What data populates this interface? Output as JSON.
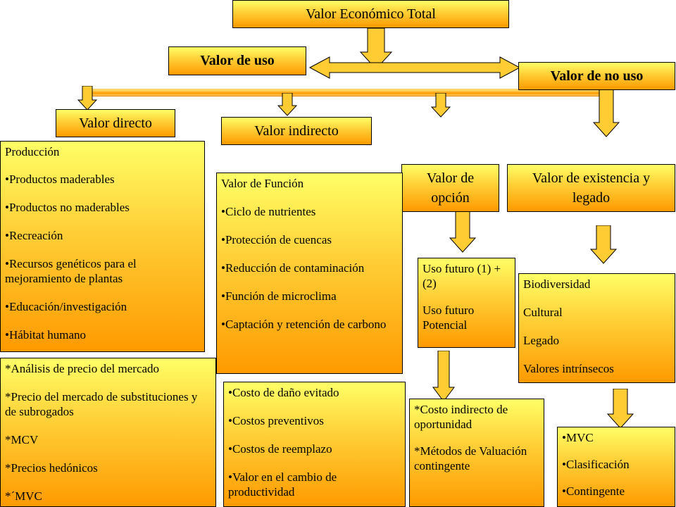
{
  "colors": {
    "box_top": "#ffff66",
    "box_bottom": "#ff9a00",
    "arrow_fill": "#ffcc33"
  },
  "title": "Valor Económico Total",
  "valor_de_uso": "Valor de uso",
  "valor_de_no_uso": "Valor de no uso",
  "valor_directo": "Valor directo",
  "valor_indirecto": "Valor indirecto",
  "valor_de_opcion": [
    "Valor de",
    "opción"
  ],
  "valor_existencia": [
    "Valor de existencia y",
    "legado"
  ],
  "directo_items": [
    "Producción",
    "•Productos maderables",
    "•Productos no maderables",
    "•Recreación",
    "•Recursos genéticos para el mejoramiento de plantas",
    "•Educación/investigación",
    "•Hábitat humano"
  ],
  "indirecto_items": [
    "Valor de Función",
    "•Ciclo de nutrientes",
    "•Protección de cuencas",
    "•Reducción de contaminación",
    "•Función de microclima",
    "•Captación y retención de carbono"
  ],
  "opcion_items": [
    "Uso futuro (1) + (2)",
    "Uso futuro Potencial"
  ],
  "existencia_items": [
    "Biodiversidad",
    "Cultural",
    "Legado",
    "Valores intrínsecos"
  ],
  "directo_methods": [
    "*Análisis de precio del mercado",
    "*Precio del mercado de substituciones y de subrogados",
    "*MCV",
    "*Precios hedónicos",
    "*´MVC"
  ],
  "indirecto_methods": [
    "•Costo de daño evitado",
    "•Costos preventivos",
    "•Costos de reemplazo",
    "•Valor en el cambio de productividad"
  ],
  "opcion_methods": [
    "*Costo indirecto de oportunidad",
    "*Métodos de Valuación contingente"
  ],
  "existencia_methods": [
    "•MVC",
    "•Clasificación",
    "•Contingente"
  ]
}
